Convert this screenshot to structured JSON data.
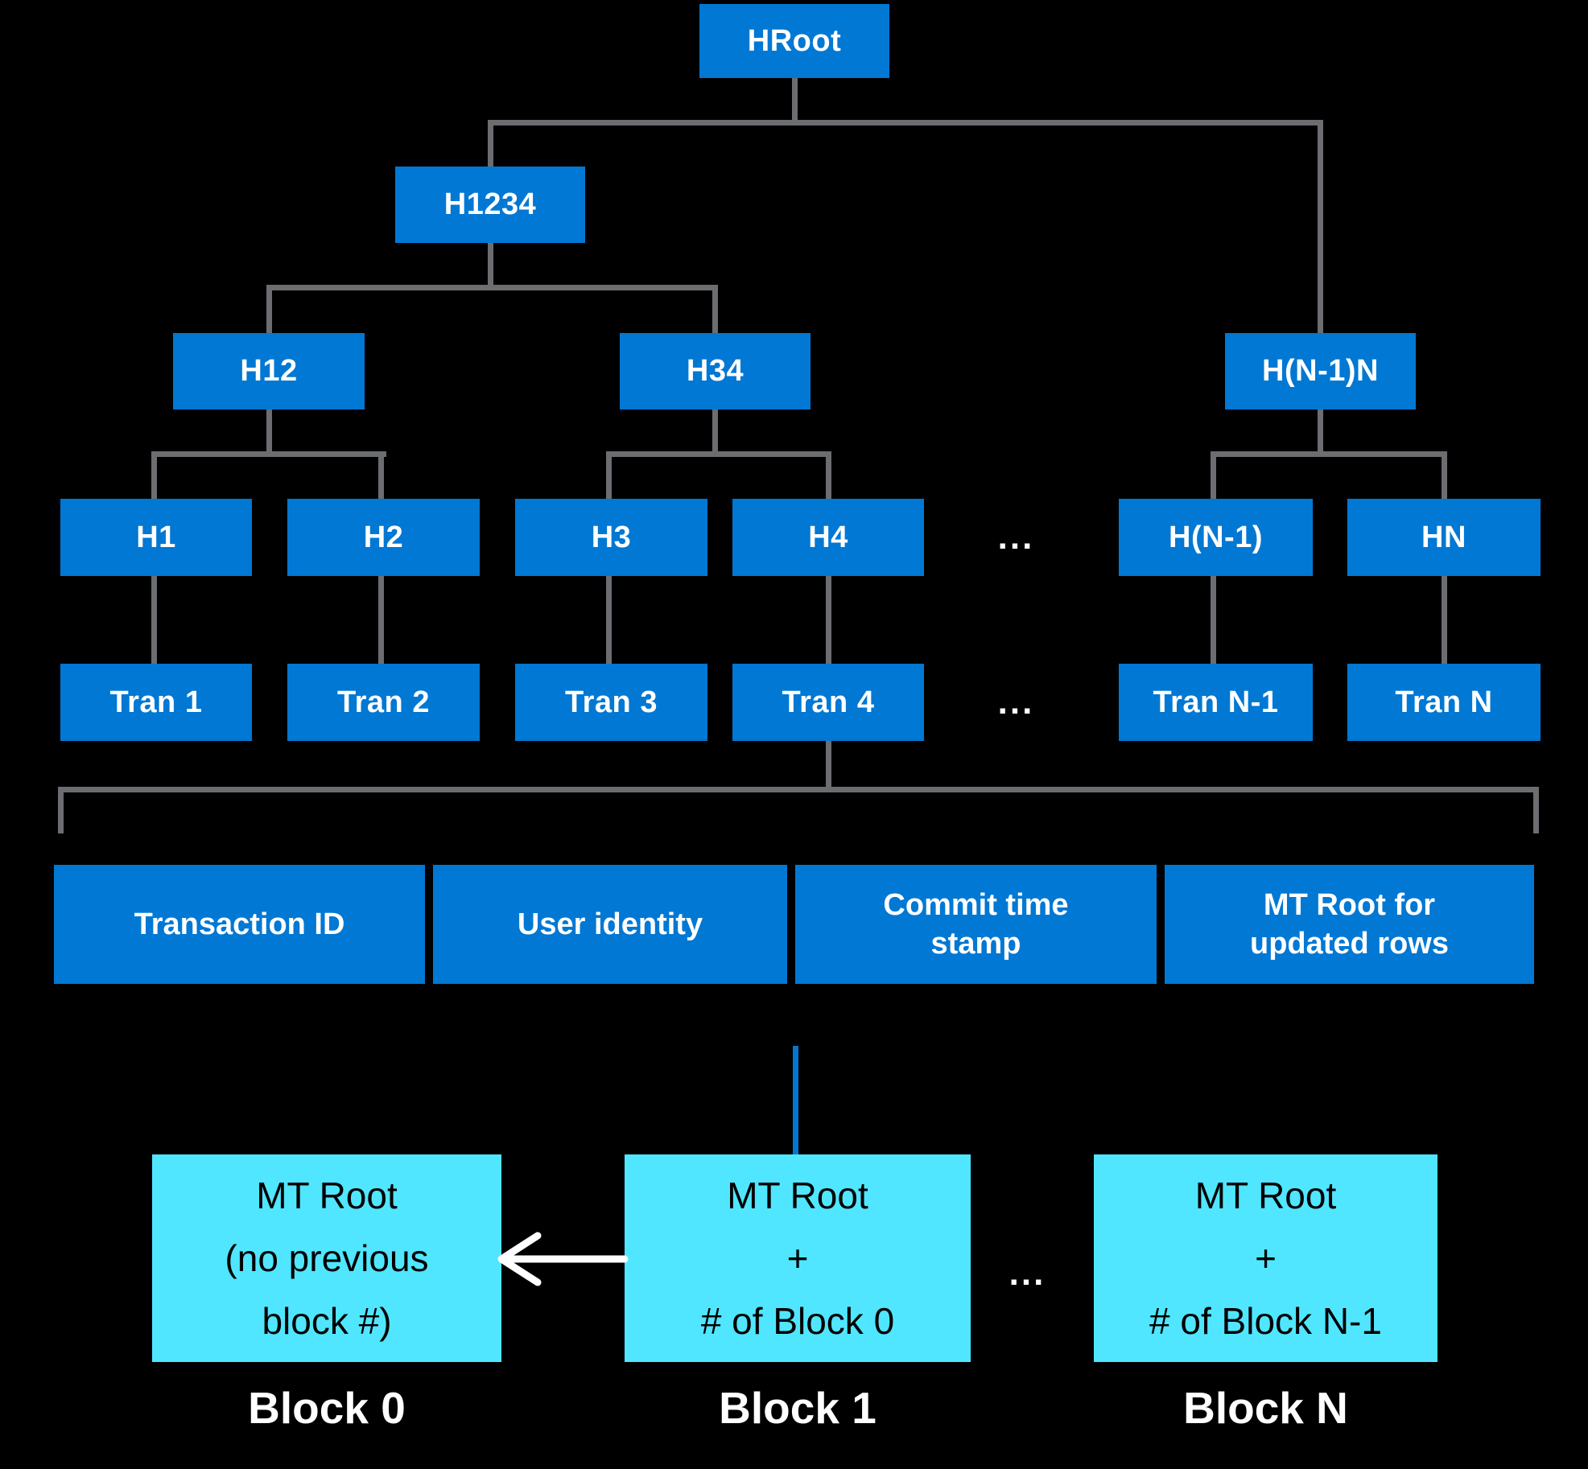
{
  "figure": {
    "description": "Merkle tree of transaction hashes feeding ledger blocks",
    "background": "#000000"
  },
  "colors": {
    "node_fill": "#0078D4",
    "node_text": "#FFFFFF",
    "connector_gray": "#6B6D70",
    "block_link_blue": "#0078D4",
    "block_fill": "#50E6FF",
    "block_text": "#000000",
    "arrow_white": "#FFFFFF",
    "label_white": "#FFFFFF"
  },
  "tree": {
    "nodes": [
      {
        "label": "HRoot"
      },
      {
        "label": "H1234"
      },
      {
        "label": "H12"
      },
      {
        "label": "H34"
      },
      {
        "label": "H(N-1)N"
      },
      {
        "label": "H1"
      },
      {
        "label": "H2"
      },
      {
        "label": "H3"
      },
      {
        "label": "H4"
      },
      {
        "label": "H(N-1)"
      },
      {
        "label": "HN"
      },
      {
        "label": "Tran 1"
      },
      {
        "label": "Tran 2"
      },
      {
        "label": "Tran 3"
      },
      {
        "label": "Tran 4"
      },
      {
        "label": "Tran N-1"
      },
      {
        "label": "Tran N"
      }
    ]
  },
  "ellipses": {
    "hash_row": "...",
    "tran_row": "...",
    "block_row": "..."
  },
  "record": {
    "fields": [
      {
        "lines": [
          "Transaction ID"
        ]
      },
      {
        "lines": [
          "User identity"
        ]
      },
      {
        "lines": [
          "Commit time",
          "stamp"
        ]
      },
      {
        "lines": [
          "MT Root for",
          "updated rows"
        ]
      }
    ]
  },
  "blocks": [
    {
      "lines": [
        "MT Root",
        "(no previous",
        "block #)"
      ],
      "label": "Block 0"
    },
    {
      "lines": [
        "MT Root",
        "+",
        "# of Block 0"
      ],
      "label": "Block 1"
    },
    {
      "lines": [
        "MT Root",
        "+",
        "# of Block N-1"
      ],
      "label": "Block N"
    }
  ]
}
